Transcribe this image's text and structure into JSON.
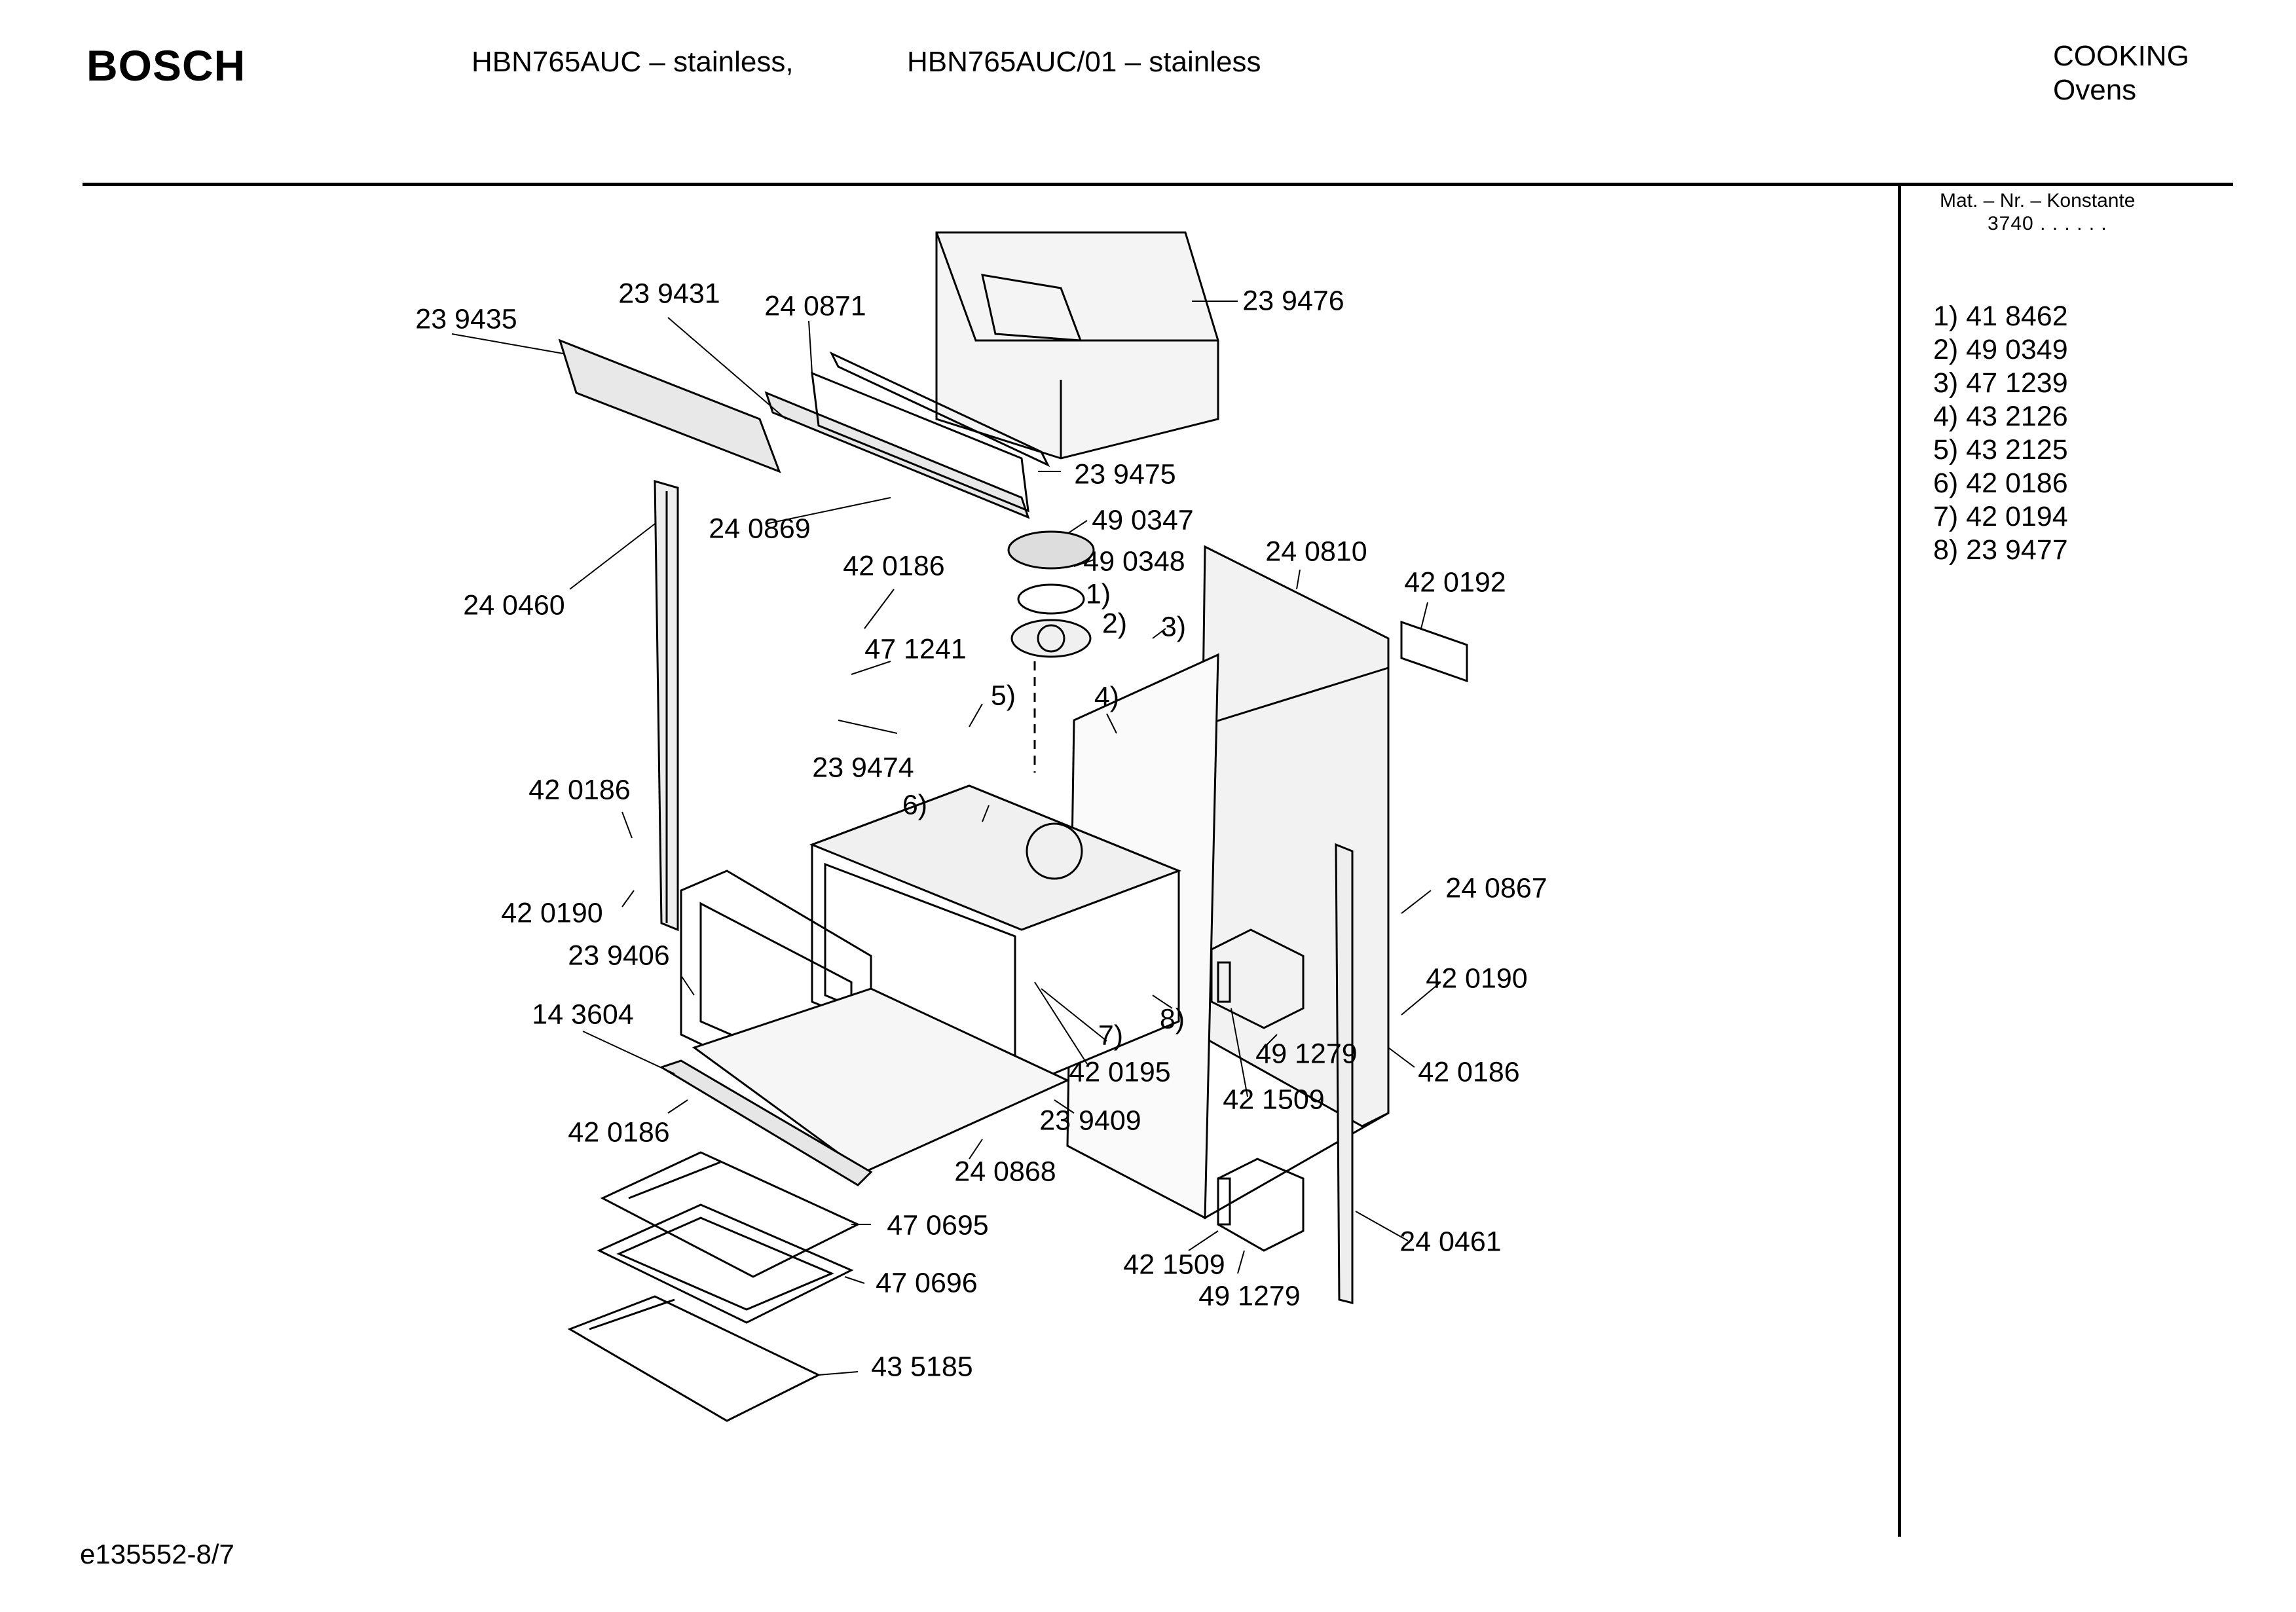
{
  "header": {
    "brand": "BOSCH",
    "model_1": "HBN765AUC – stainless,",
    "model_2": "HBN765AUC/01 – stainless",
    "category_line1": "COOKING",
    "category_line2": "Ovens"
  },
  "sidebar": {
    "mat_heading": "Mat. – Nr. – Konstante",
    "mat_subheading": "3740  .  .  .  .  .  .",
    "variants": [
      "1) 41 8462",
      "2) 49 0349",
      "3) 47 1239",
      "4) 43 2126",
      "5) 43 2125",
      "6) 42 0186",
      "7) 42 0194",
      "8) 23 9477"
    ]
  },
  "parts": {
    "p239435": "23 9435",
    "p239431": "23 9431",
    "p240871": "24 0871",
    "p239476": "23 9476",
    "p239475": "23 9475",
    "p490347": "49 0347",
    "p490348": "49 0348",
    "p240869": "24 0869",
    "p420186a": "42 0186",
    "p240460": "24 0460",
    "p240810": "24 0810",
    "p420192": "42 0192",
    "n1": "1)",
    "n2": "2)",
    "n3": "3)",
    "p471241": "47 1241",
    "n5": "5)",
    "n4": "4)",
    "p239474": "23 9474",
    "p420186b": "42 0186",
    "n6": "6)",
    "p420190a": "42 0190",
    "p239406": "23 9406",
    "p240867": "24 0867",
    "p143604": "14 3604",
    "p420190b": "42 0190",
    "n8": "8)",
    "n7": "7)",
    "p491279a": "49 1279",
    "p420195": "42 0195",
    "p420186c": "42 0186",
    "p421509a": "42 1509",
    "p239409": "23 9409",
    "p420186d": "42 0186",
    "p240868": "24 0868",
    "p470695": "47 0695",
    "p240461": "24 0461",
    "p421509b": "42 1509",
    "p470696": "47 0696",
    "p491279b": "49 1279",
    "p435185": "43 5185"
  },
  "footer": {
    "code": "e135552-8/7"
  }
}
